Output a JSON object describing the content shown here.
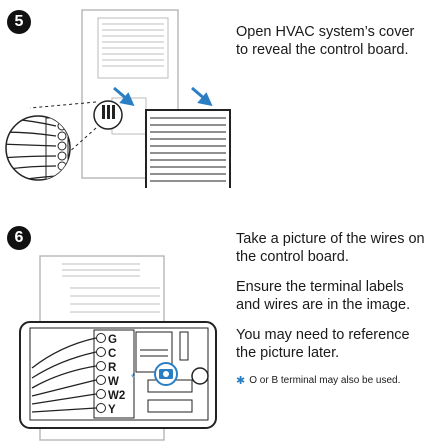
{
  "step5": {
    "number": "5",
    "instruction": "Open HVAC system’s cover to reveal the control board."
  },
  "step6": {
    "number": "6",
    "instruction_1": "Take a picture of the wires on the control board.",
    "instruction_2": "Ensure the terminal labels and wires are in the image.",
    "instruction_3": "You may need to reference the picture later.",
    "note": "O or B  terminal may also be used."
  },
  "terminals": [
    "G",
    "C",
    "R",
    "W",
    "W2",
    "Y"
  ],
  "camera_icon": "camera-icon",
  "accent_color": "#2a7fc4"
}
